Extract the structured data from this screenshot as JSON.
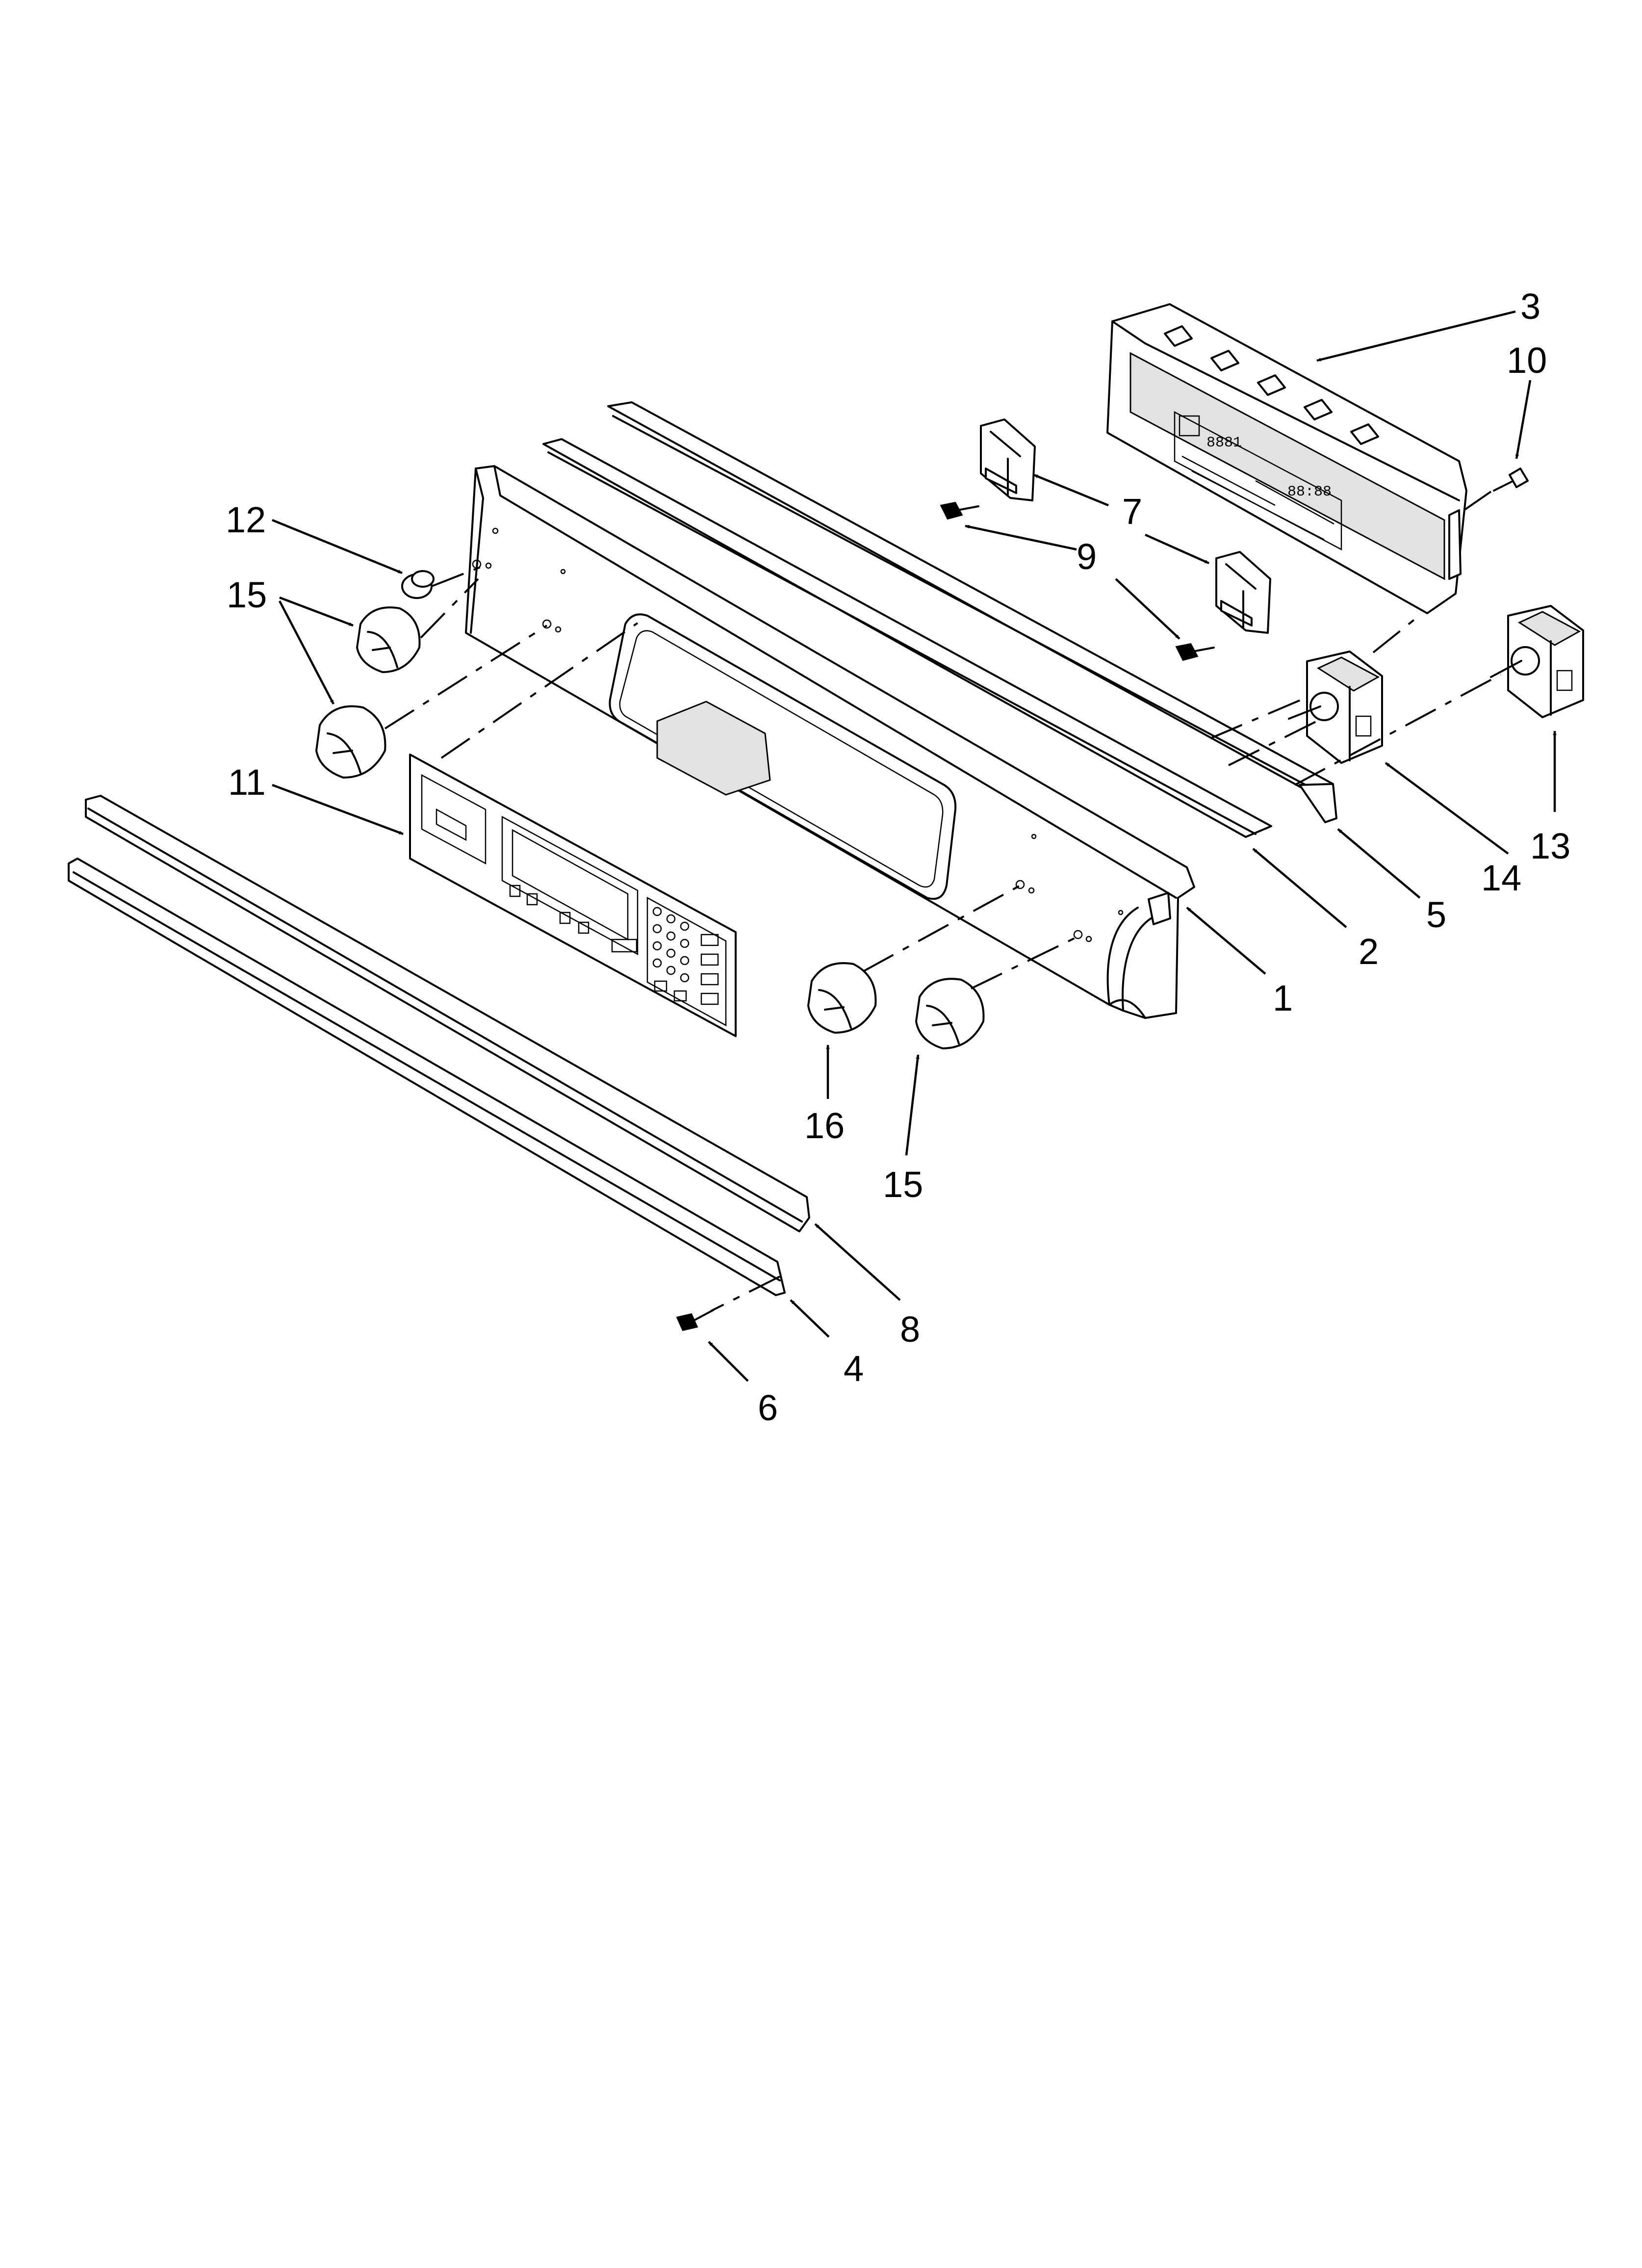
{
  "callouts": [
    {
      "id": "c1",
      "label": "1"
    },
    {
      "id": "c2",
      "label": "2"
    },
    {
      "id": "c3",
      "label": "3"
    },
    {
      "id": "c4",
      "label": "4"
    },
    {
      "id": "c5",
      "label": "5"
    },
    {
      "id": "c6",
      "label": "6"
    },
    {
      "id": "c7",
      "label": "7"
    },
    {
      "id": "c8",
      "label": "8"
    },
    {
      "id": "c9",
      "label": "9"
    },
    {
      "id": "c10",
      "label": "10"
    },
    {
      "id": "c11",
      "label": "11"
    },
    {
      "id": "c12",
      "label": "12"
    },
    {
      "id": "c13",
      "label": "13"
    },
    {
      "id": "c14",
      "label": "14"
    },
    {
      "id": "c15a",
      "label": "15"
    },
    {
      "id": "c15b",
      "label": "15"
    },
    {
      "id": "c16",
      "label": "16"
    }
  ]
}
